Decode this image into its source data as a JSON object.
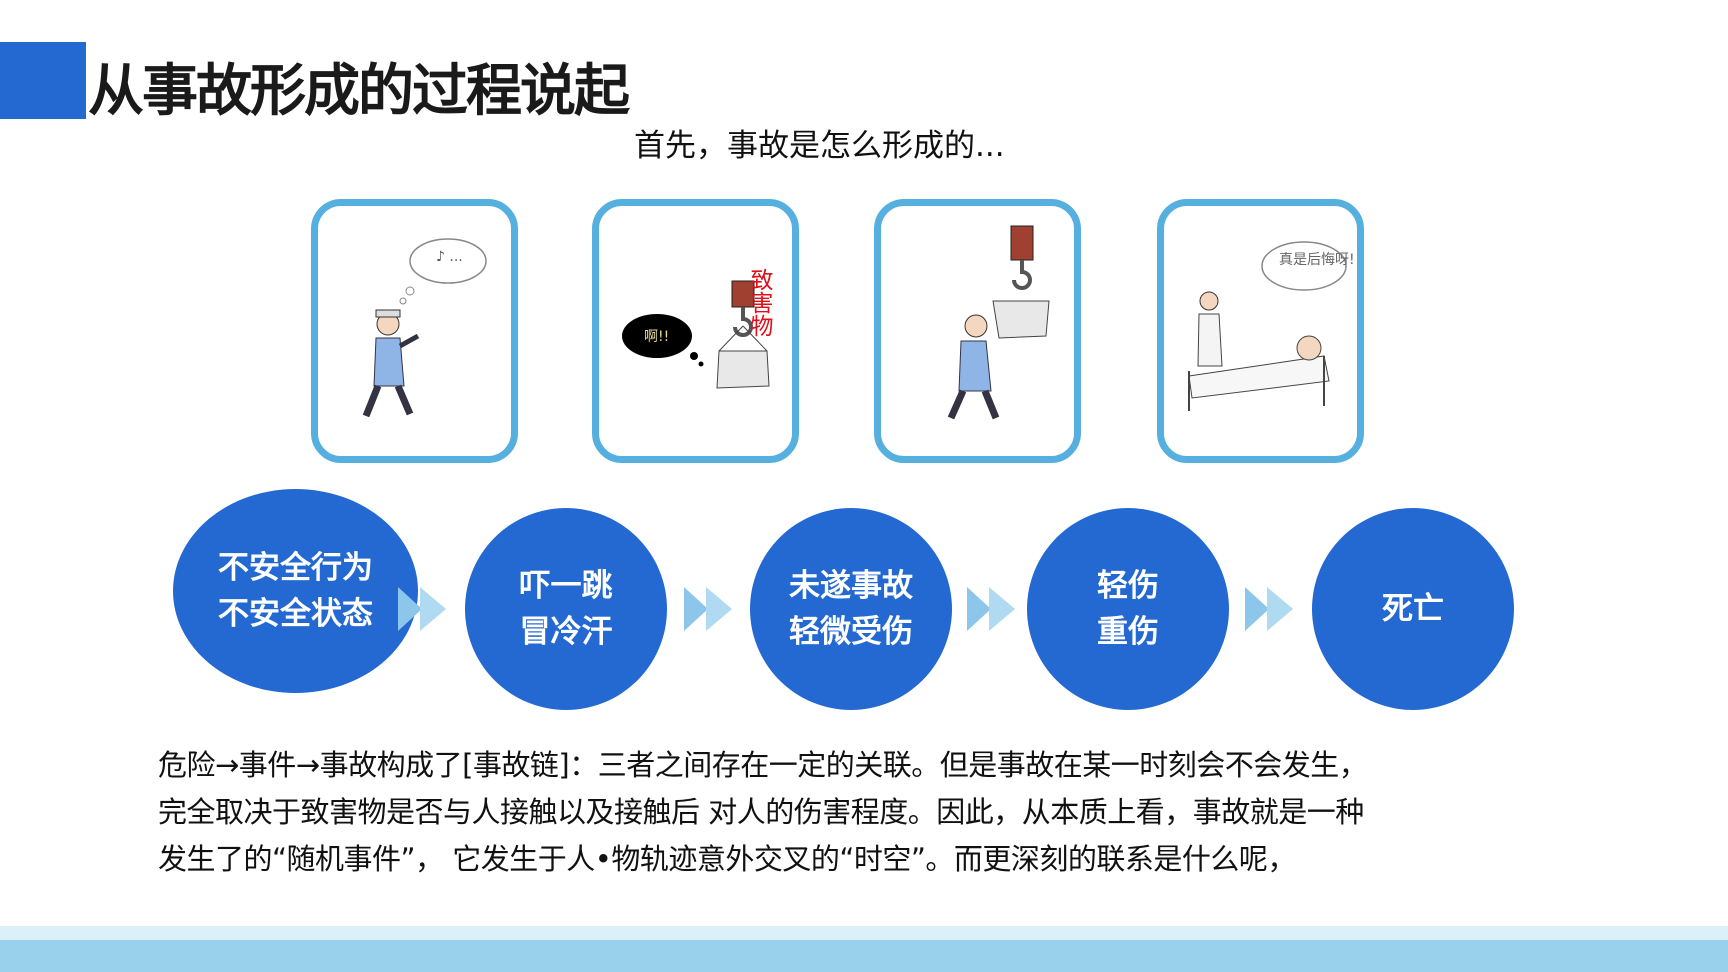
{
  "title": "从事故形成的过程说起",
  "subtitle": "首先，事故是怎么形成的...",
  "colors": {
    "accent": "#2469d1",
    "card_border": "#55b0e0",
    "arrow": "#a9d6f0",
    "footer_band": "#99d0ec",
    "hazard_label": "#e0101a"
  },
  "cards": [
    {
      "scene": "worker-smoking-walking",
      "bubble_text": "♪ ..."
    },
    {
      "scene": "hanging-load-near-miss",
      "bubble_text": "啊!!",
      "label": "致害物"
    },
    {
      "scene": "worker-hit-by-load"
    },
    {
      "scene": "patient-in-hospital-bed",
      "bubble_text": "真是后悔呀!"
    }
  ],
  "chain": [
    {
      "line1": "不安全行为",
      "line2": "不安全状态"
    },
    {
      "line1": "吓一跳",
      "line2": "冒冷汗"
    },
    {
      "line1": "未遂事故",
      "line2": "轻微受伤"
    },
    {
      "line1": "轻伤",
      "line2": "重伤"
    },
    {
      "line1": "死亡",
      "line2": ""
    }
  ],
  "paragraph": [
    "危险→事件→事故构成了[事故链]：三者之间存在一定的关联。但是事故在某一时刻会不会发生，",
    "完全取决于致害物是否与人接触以及接触后  对人的伤害程度。因此，从本质上看，事故就是一种",
    "发生了的“随机事件”，   它发生于人•物轨迹意外交叉的“时空”。而更深刻的联系是什么呢，"
  ]
}
